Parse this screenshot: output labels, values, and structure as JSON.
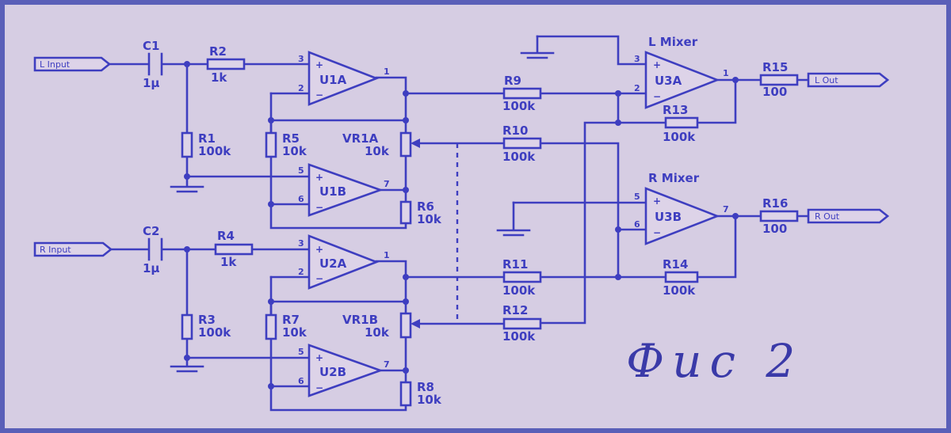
{
  "ports": {
    "l_input": "L Input",
    "r_input": "R Input",
    "l_out": "L Out",
    "r_out": "R Out"
  },
  "mixers": {
    "l_mixer": "L Mixer",
    "r_mixer": "R Mixer"
  },
  "components": {
    "c1": {
      "ref": "C1",
      "value": "1µ"
    },
    "c2": {
      "ref": "C2",
      "value": "1µ"
    },
    "r1": {
      "ref": "R1",
      "value": "100k"
    },
    "r2": {
      "ref": "R2",
      "value": "1k"
    },
    "r3": {
      "ref": "R3",
      "value": "100k"
    },
    "r4": {
      "ref": "R4",
      "value": "1k"
    },
    "r5": {
      "ref": "R5",
      "value": "10k"
    },
    "r6": {
      "ref": "R6",
      "value": "10k"
    },
    "r7": {
      "ref": "R7",
      "value": "10k"
    },
    "r8": {
      "ref": "R8",
      "value": "10k"
    },
    "r9": {
      "ref": "R9",
      "value": "100k"
    },
    "r10": {
      "ref": "R10",
      "value": "100k"
    },
    "r11": {
      "ref": "R11",
      "value": "100k"
    },
    "r12": {
      "ref": "R12",
      "value": "100k"
    },
    "r13": {
      "ref": "R13",
      "value": "100k"
    },
    "r14": {
      "ref": "R14",
      "value": "100k"
    },
    "r15": {
      "ref": "R15",
      "value": "100"
    },
    "r16": {
      "ref": "R16",
      "value": "100"
    },
    "vr1a": {
      "ref": "VR1A",
      "value": "10k"
    },
    "vr1b": {
      "ref": "VR1B",
      "value": "10k"
    }
  },
  "opamps": {
    "u1a": "U1A",
    "u1b": "U1B",
    "u2a": "U2A",
    "u2b": "U2B",
    "u3a": "U3A",
    "u3b": "U3B"
  },
  "pins": {
    "p1": "1",
    "p2": "2",
    "p3": "3",
    "p5": "5",
    "p6": "6",
    "p7": "7",
    "plus": "+",
    "minus": "−"
  },
  "caption": "Фис 2",
  "colors": {
    "background": "#d6cde3",
    "ink": "#3e3ec0",
    "frame": "#5a5fb8"
  }
}
